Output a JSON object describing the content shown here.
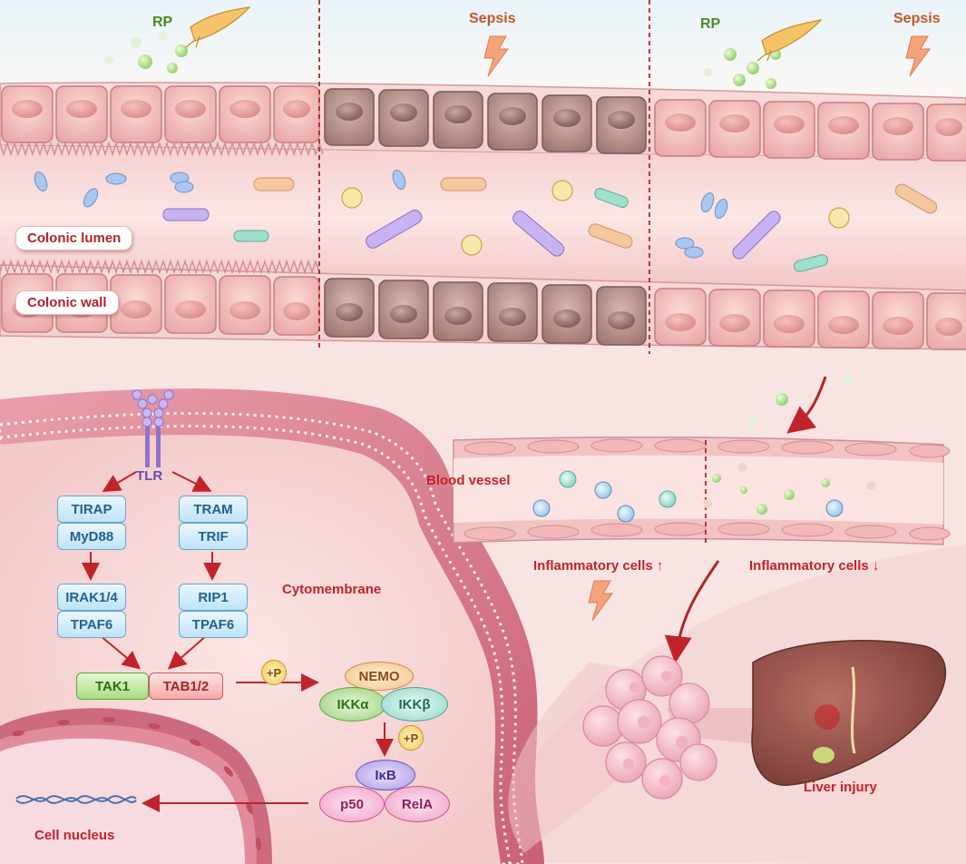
{
  "top": {
    "rp_left": "RP",
    "sepsis_mid": "Sepsis",
    "rp_right": "RP",
    "sepsis_right": "Sepsis"
  },
  "tags": {
    "colonic_lumen": "Colonic lumen",
    "colonic_wall": "Colonic wall"
  },
  "receptor": "TLR",
  "pathway": {
    "left": [
      "TIRAP",
      "MyD88",
      "IRAK1/4",
      "TPAF6"
    ],
    "right": [
      "TRAM",
      "TRIF",
      "RIP1",
      "TPAF6"
    ],
    "tak1": "TAK1",
    "tab12": "TAB1/2",
    "plus_p": "+P",
    "nemo": "NEMO",
    "ikka": "IKKα",
    "ikkb": "IKKβ",
    "ikb": "IκB",
    "p50": "p50",
    "rela": "RelA"
  },
  "labels": {
    "cytomembrane": "Cytomembrane",
    "cell_nucleus": "Cell nucleus",
    "blood_vessel": "Blood vessel",
    "inflam_up": "Inflammatory cells",
    "inflam_down": "Inflammatory cells",
    "liver_injury": "Liver injury"
  },
  "colors": {
    "label_red": "#c0242a",
    "rp_green": "#4a8a26",
    "sepsis_orange": "#c2562a",
    "box_blue": "#22628f"
  }
}
